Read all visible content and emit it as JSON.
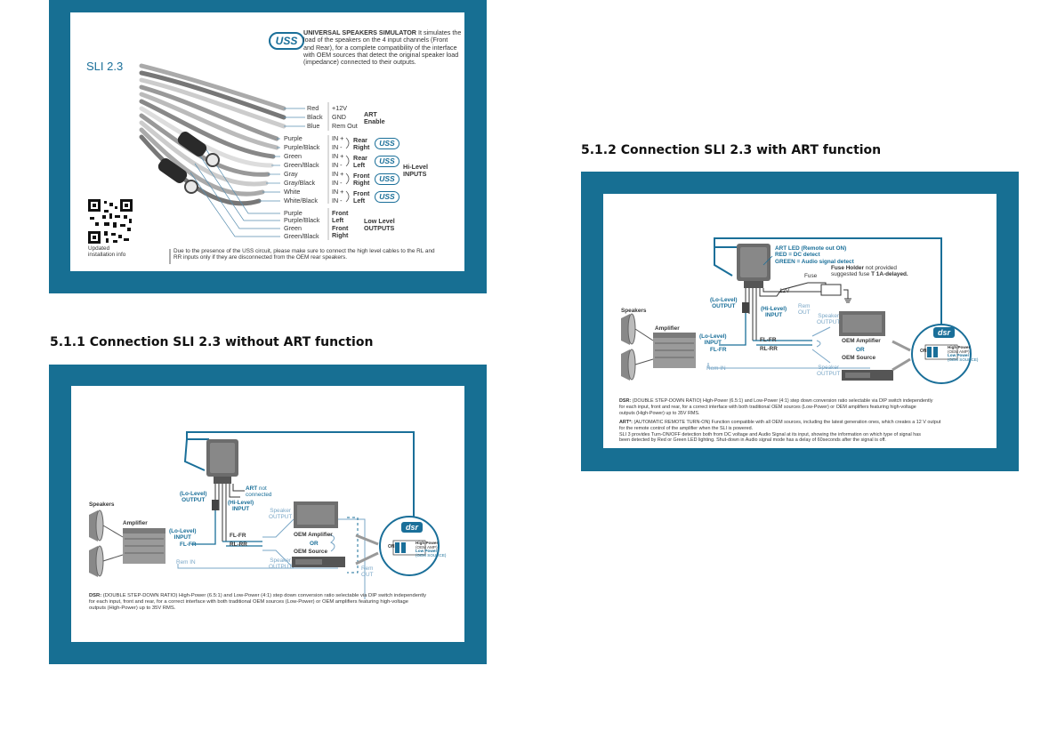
{
  "section_top_left": {
    "product": "SLI 2.3",
    "uss_badge": "USS",
    "uss_title": "UNIVERSAL SPEAKERS SIMULATOR",
    "uss_desc": [
      " It simulates the",
      "load of the speakers on the 4 input channels (Front",
      "and Rear), for a complete compatibility of the interface",
      "with OEM sources that detect the original speaker load",
      "(impedance) connected to their outputs."
    ],
    "wires": [
      {
        "color": "Red",
        "pin": "+12V"
      },
      {
        "color": "Black",
        "pin": "GND"
      },
      {
        "color": "Blue",
        "pin": "Rem Out"
      },
      {
        "color": "Purple",
        "pin": "IN +"
      },
      {
        "color": "Purple/Black",
        "pin": "IN -"
      },
      {
        "color": "Green",
        "pin": "IN +"
      },
      {
        "color": "Green/Black",
        "pin": "IN -"
      },
      {
        "color": "Gray",
        "pin": "IN +"
      },
      {
        "color": "Gray/Black",
        "pin": "IN -"
      },
      {
        "color": "White",
        "pin": "IN +"
      },
      {
        "color": "White/Black",
        "pin": "IN -"
      },
      {
        "color": "Purple",
        "pin": ""
      },
      {
        "color": "Purple/Black",
        "pin": ""
      },
      {
        "color": "Green",
        "pin": ""
      },
      {
        "color": "Green/Black",
        "pin": ""
      }
    ],
    "art_label": [
      "ART",
      "Enable"
    ],
    "channels": [
      [
        "Rear",
        "Right"
      ],
      [
        "Rear",
        "Left"
      ],
      [
        "Front",
        "Right"
      ],
      [
        "Front",
        "Left"
      ]
    ],
    "hi_level_label": [
      "Hi-Level",
      "INPUTS"
    ],
    "low_outputs": [
      [
        "Front",
        "Left"
      ],
      [
        "Front",
        "Right"
      ]
    ],
    "low_level_label": [
      "Low Level",
      "OUTPUTS"
    ],
    "qr_caption": [
      "Updated",
      "installation info"
    ],
    "footnote": [
      "Due to the presence of the USS circuit, please make sure to connect the high level cables to the RL and",
      "RR inputs only if they are disconnected from the OEM rear speakers."
    ]
  },
  "heading_511": "5.1.1 Connection SLI 2.3 without ART function",
  "heading_512": "5.1.2 Connection SLI 2.3 with ART function",
  "diagram_511": {
    "art_not_connected": [
      "ART",
      "not",
      "connected"
    ],
    "lo_level_output": [
      "(Lo-Level)",
      "OUTPUT"
    ],
    "hi_level_input": [
      "(Hi-Level)",
      "INPUT"
    ],
    "speaker_output_top": [
      "Speaker",
      "OUTPUT"
    ],
    "speakers": "Speakers",
    "amplifier": "Amplifier",
    "lo_level_input": [
      "(Lo-Level)",
      "INPUT"
    ],
    "fl_fr_left": "FL-FR",
    "fl_fr": "FL-FR",
    "rl_rr": "RL-RR",
    "oem_amplifier": "OEM Amplifier",
    "or": "OR",
    "oem_source": "OEM Source",
    "speaker_output_bottom": [
      "Speaker",
      "OUTPUT"
    ],
    "rem_in": "Rem IN",
    "rem_out": [
      "Rem",
      "OUT"
    ],
    "dsr_badge": "dsr",
    "dip_on": "ON",
    "high_power": [
      "High Power",
      "(OEM AMP)"
    ],
    "low_power": [
      "Low Power",
      "(OEM SOURCE)"
    ],
    "dsr_note_label": "DSR:",
    "dsr_note": [
      "(DOUBLE STEP-DOWN RATIO) High-Power (6.5:1) and Low-Power (4:1) step down conversion ratio selectable via DIP switch independently",
      "for each input, front and rear, for a correct interface with both traditional OEM sources (Low-Power) or OEM amplifiers featuring high-voltage",
      "outputs (High-Power) up to 35V RMS."
    ]
  },
  "diagram_512": {
    "art_led": [
      "ART LED (Remote out ON)",
      "RED = DC detect",
      "GREEN = Audio signal detect"
    ],
    "fuse_holder": [
      "Fuse Holder",
      " not provided",
      "suggested fuse ",
      "T 1A-delayed."
    ],
    "fuse": "Fuse",
    "v12": "12V",
    "lo_level_output": [
      "(Lo-Level)",
      "OUTPUT"
    ],
    "hi_level_input": [
      "(Hi-Level)",
      "INPUT"
    ],
    "rem_out": [
      "Rem",
      "OUT"
    ],
    "speaker_output_top": [
      "Speaker",
      "OUTPUT"
    ],
    "speakers": "Speakers",
    "amplifier": "Amplifier",
    "lo_level_input": [
      "(Lo-Level)",
      "INPUT"
    ],
    "fl_fr_left": "FL-FR",
    "fl_fr": "FL-FR",
    "rl_rr": "RL-RR",
    "oem_amplifier": "OEM Amplifier",
    "or": "OR",
    "oem_source": "OEM Source",
    "speaker_output_bottom": [
      "Speaker",
      "OUTPUT"
    ],
    "rem_in": "Rem IN",
    "dsr_badge": "dsr",
    "dip_on": "ON",
    "high_power": [
      "High Power",
      "(OEM AMP)"
    ],
    "low_power": [
      "Low Power",
      "(OEM SOURCE)"
    ],
    "dsr_note_label": "DSR:",
    "dsr_note": [
      "(DOUBLE STEP-DOWN RATIO) High-Power (6.5:1) and Low-Power (4:1) step down conversion ratio selectable via DIP switch independently",
      "for each input, front and rear, for a correct interface with both traditional OEM sources (Low-Power) or OEM amplifiers featuring high-voltage",
      "outputs (High-Power) up to 35V RMS."
    ],
    "art_note_label": "ART*:",
    "art_note": [
      "(AUTOMATIC REMOTE TURN-ON) Function compatible with all OEM sources, including the latest generation ones, which creates a 12 V output",
      "for the remote control of the amplifier when the SLI is powered.",
      "SLI 3 provides Turn-ON/OFF detection both from DC voltage and Audio Signal at its input, showing the information on which type of signal has",
      "been detected by Red or Green LED lighting. Shut-down in Audio signal mode has a delay of 60seconds after the signal is off."
    ]
  },
  "colors": {
    "frame": "#176f93",
    "accent": "#1a6f99",
    "light_accent": "#7aa7c7"
  }
}
